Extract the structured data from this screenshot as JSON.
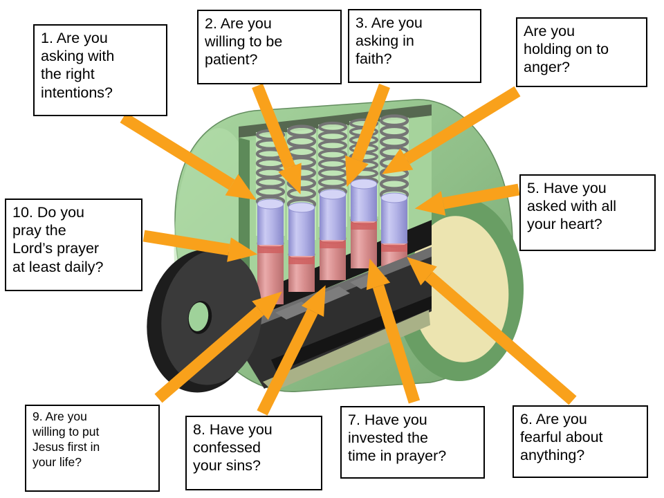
{
  "boxes": [
    {
      "id": "q1",
      "text": "1. Are you\nasking with\nthe right\nintentions?"
    },
    {
      "id": "q2",
      "text": "2. Are you\nwilling to be\npatient?"
    },
    {
      "id": "q3",
      "text": "3. Are you\nasking in\nfaith?"
    },
    {
      "id": "q4",
      "text": "Are you\nholding on to\nanger?"
    },
    {
      "id": "q5",
      "text": "5. Have you\nasked with all\nyour heart?"
    },
    {
      "id": "q6",
      "text": "6. Are you\nfearful about\nanything?"
    },
    {
      "id": "q7",
      "text": "7. Have you\ninvested the\ntime in prayer?"
    },
    {
      "id": "q8",
      "text": "8. Have you\nconfessed\nyour sins?"
    },
    {
      "id": "q9",
      "text": "9. Are you\nwilling to put\nJesus first in\nyour life?"
    },
    {
      "id": "q10",
      "text": "10. Do you\npray the\nLord’s prayer\nat least daily?"
    }
  ],
  "diagram": {
    "subject": "pin-tumbler-lock-cutaway-with-key",
    "arrow_color": "#F9A11B",
    "colors": {
      "body_green": "#8FBE88",
      "interior_green": "#A6D39C",
      "spring_gray": "#757575",
      "driver_pin_lavender": "#B4B4E8",
      "key_pin_pink": "#D89090",
      "plug_dark": "#2F2F2F",
      "key_dark": "#3A3A3A",
      "face_cream": "#ECE4B0"
    }
  }
}
